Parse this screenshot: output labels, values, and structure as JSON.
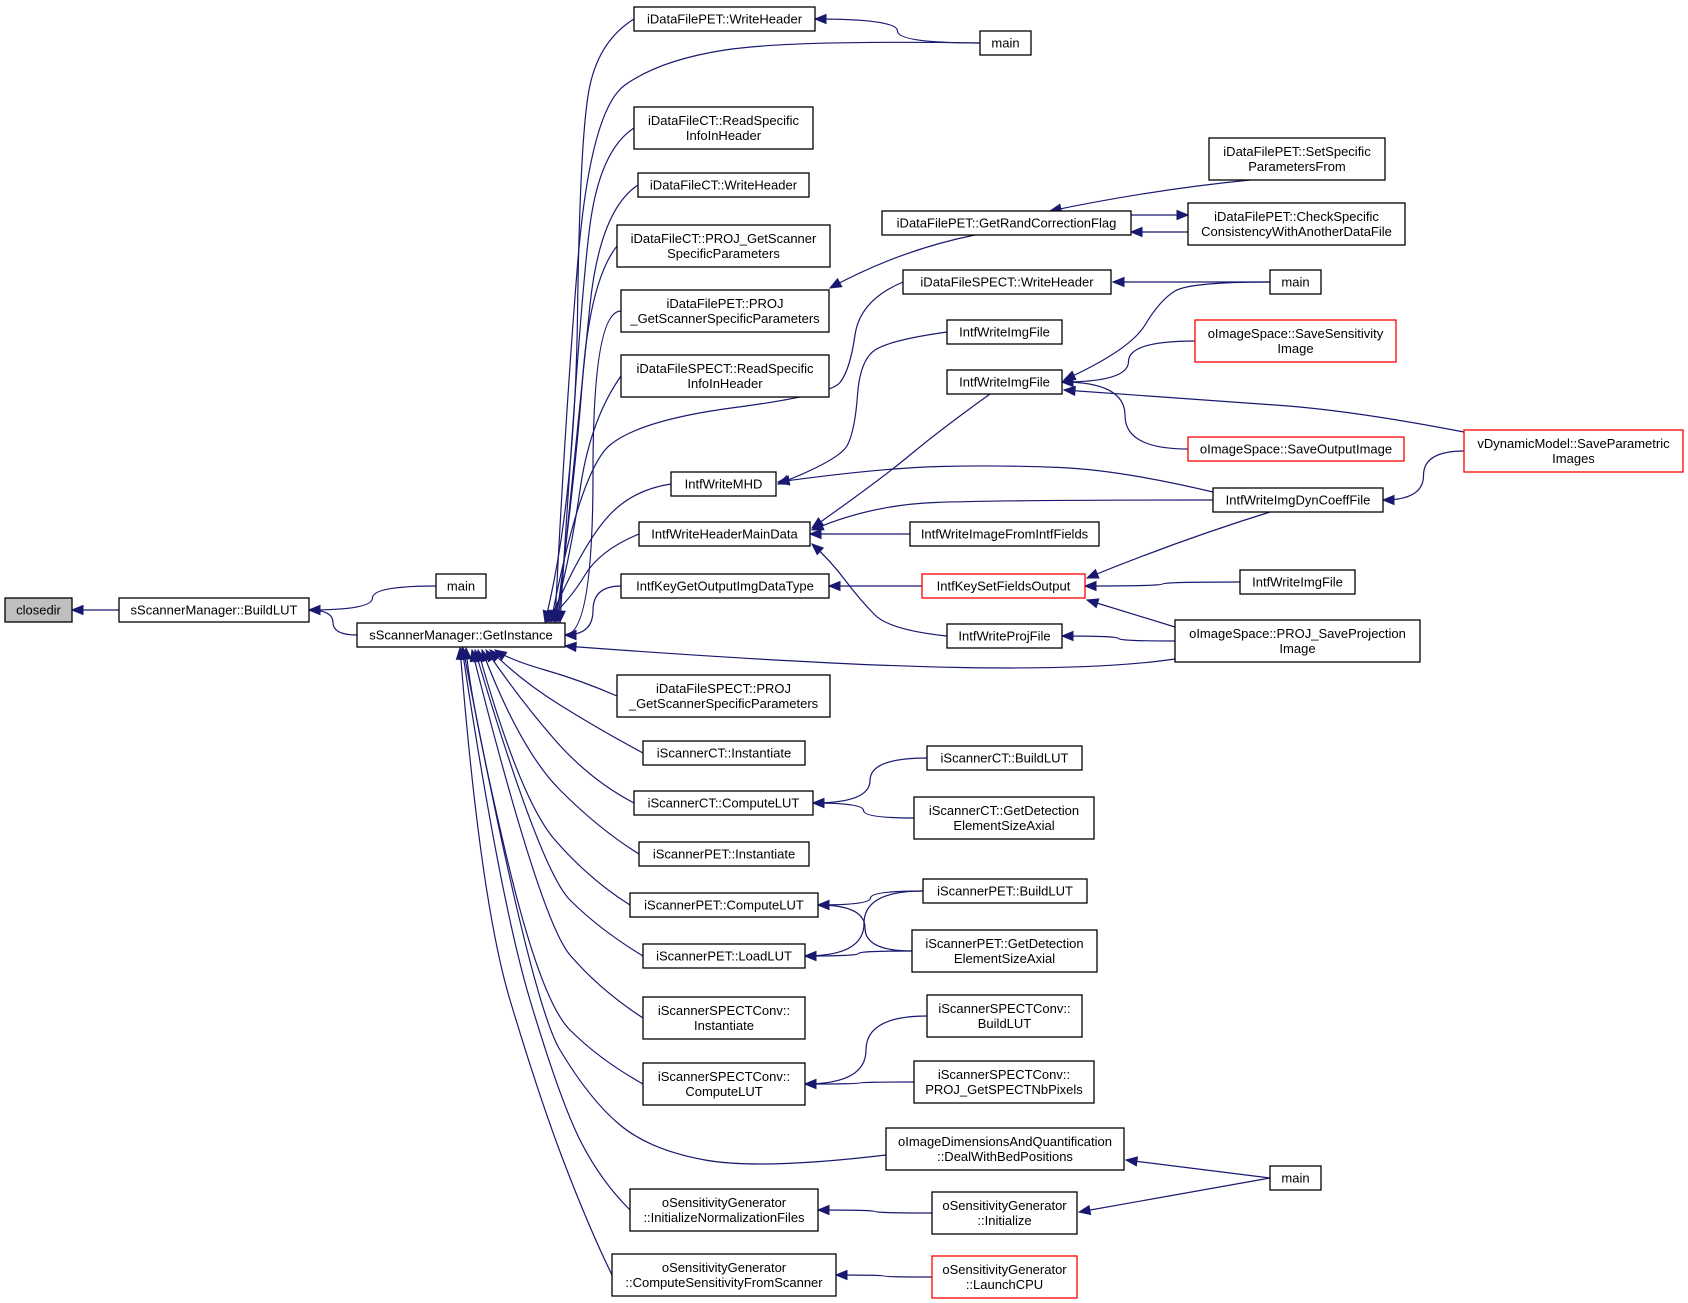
{
  "graph": {
    "nodes": [
      {
        "id": "closedir",
        "lines": [
          "closedir"
        ],
        "style": "selected"
      },
      {
        "id": "sm_buildlut",
        "lines": [
          "sScannerManager::BuildLUT"
        ]
      },
      {
        "id": "main_a",
        "lines": [
          "main"
        ]
      },
      {
        "id": "sm_getinstance",
        "lines": [
          "sScannerManager::GetInstance"
        ]
      },
      {
        "id": "pet_writeheader",
        "lines": [
          "iDataFilePET::WriteHeader"
        ]
      },
      {
        "id": "main_b",
        "lines": [
          "main"
        ]
      },
      {
        "id": "ct_readspecific",
        "lines": [
          "iDataFileCT::ReadSpecific",
          "InfoInHeader"
        ]
      },
      {
        "id": "ct_writeheader",
        "lines": [
          "iDataFileCT::WriteHeader"
        ]
      },
      {
        "id": "ct_proj",
        "lines": [
          "iDataFileCT::PROJ_GetScanner",
          "SpecificParameters"
        ]
      },
      {
        "id": "pet_proj",
        "lines": [
          "iDataFilePET::PROJ",
          "_GetScannerSpecificParameters"
        ]
      },
      {
        "id": "spect_readspecific",
        "lines": [
          "iDataFileSPECT::ReadSpecific",
          "InfoInHeader"
        ]
      },
      {
        "id": "intf_writemhd",
        "lines": [
          "IntfWriteMHD"
        ]
      },
      {
        "id": "intf_writeheadermaindata",
        "lines": [
          "IntfWriteHeaderMainData"
        ]
      },
      {
        "id": "intf_keygetoutput",
        "lines": [
          "IntfKeyGetOutputImgDataType"
        ]
      },
      {
        "id": "spect_proj",
        "lines": [
          "iDataFileSPECT::PROJ",
          "_GetScannerSpecificParameters"
        ]
      },
      {
        "id": "ct_instantiate",
        "lines": [
          "iScannerCT::Instantiate"
        ]
      },
      {
        "id": "ct_computelut",
        "lines": [
          "iScannerCT::ComputeLUT"
        ]
      },
      {
        "id": "pet_instantiate",
        "lines": [
          "iScannerPET::Instantiate"
        ]
      },
      {
        "id": "pet_computelut",
        "lines": [
          "iScannerPET::ComputeLUT"
        ]
      },
      {
        "id": "pet_loadlut",
        "lines": [
          "iScannerPET::LoadLUT"
        ]
      },
      {
        "id": "spectconv_instantiate",
        "lines": [
          "iScannerSPECTConv::",
          "Instantiate"
        ]
      },
      {
        "id": "spectconv_computelut",
        "lines": [
          "iScannerSPECTConv::",
          "ComputeLUT"
        ]
      },
      {
        "id": "sens_initnorm",
        "lines": [
          "oSensitivityGenerator",
          "::InitializeNormalizationFiles"
        ]
      },
      {
        "id": "sens_computefromscanner",
        "lines": [
          "oSensitivityGenerator",
          "::ComputeSensitivityFromScanner"
        ]
      },
      {
        "id": "pet_getrand",
        "lines": [
          "iDataFilePET::GetRandCorrectionFlag"
        ]
      },
      {
        "id": "spect_writeheader",
        "lines": [
          "iDataFileSPECT::WriteHeader"
        ]
      },
      {
        "id": "intf_writeimgfile_1",
        "lines": [
          "IntfWriteImgFile"
        ]
      },
      {
        "id": "intf_writeimgfile_2",
        "lines": [
          "IntfWriteImgFile"
        ]
      },
      {
        "id": "intf_writeimagefromintf",
        "lines": [
          "IntfWriteImageFromIntfFields"
        ]
      },
      {
        "id": "intf_keysetfields",
        "lines": [
          "IntfKeySetFieldsOutput"
        ],
        "style": "highlight"
      },
      {
        "id": "intf_writeprojfile",
        "lines": [
          "IntfWriteProjFile"
        ]
      },
      {
        "id": "ct_buildlut",
        "lines": [
          "iScannerCT::BuildLUT"
        ]
      },
      {
        "id": "ct_getdetection",
        "lines": [
          "iScannerCT::GetDetection",
          "ElementSizeAxial"
        ]
      },
      {
        "id": "pet_buildlut",
        "lines": [
          "iScannerPET::BuildLUT"
        ]
      },
      {
        "id": "pet_getdetection",
        "lines": [
          "iScannerPET::GetDetection",
          "ElementSizeAxial"
        ]
      },
      {
        "id": "spectconv_buildlut",
        "lines": [
          "iScannerSPECTConv::",
          "BuildLUT"
        ]
      },
      {
        "id": "spectconv_projget",
        "lines": [
          "iScannerSPECTConv::",
          "PROJ_GetSPECTNbPixels"
        ]
      },
      {
        "id": "oimgdim_dealwithbed",
        "lines": [
          "oImageDimensionsAndQuantification",
          "::DealWithBedPositions"
        ]
      },
      {
        "id": "sens_initialize",
        "lines": [
          "oSensitivityGenerator",
          "::Initialize"
        ]
      },
      {
        "id": "sens_launchcpu",
        "lines": [
          "oSensitivityGenerator",
          "::LaunchCPU"
        ],
        "style": "highlight"
      },
      {
        "id": "pet_setspecific",
        "lines": [
          "iDataFilePET::SetSpecific",
          "ParametersFrom"
        ]
      },
      {
        "id": "pet_checkspecific",
        "lines": [
          "iDataFilePET::CheckSpecific",
          "ConsistencyWithAnotherDataFile"
        ]
      },
      {
        "id": "main_c",
        "lines": [
          "main"
        ]
      },
      {
        "id": "oimg_savesensitivity",
        "lines": [
          "oImageSpace::SaveSensitivity",
          "Image"
        ],
        "style": "highlight"
      },
      {
        "id": "oimg_saveoutput",
        "lines": [
          "oImageSpace::SaveOutputImage"
        ],
        "style": "highlight"
      },
      {
        "id": "intf_writeimgdyncoeff",
        "lines": [
          "IntfWriteImgDynCoeffFile"
        ]
      },
      {
        "id": "intf_writeimgfile_3",
        "lines": [
          "IntfWriteImgFile"
        ]
      },
      {
        "id": "oimg_projsave",
        "lines": [
          "oImageSpace::PROJ_SaveProjection",
          "Image"
        ]
      },
      {
        "id": "main_d",
        "lines": [
          "main"
        ]
      },
      {
        "id": "vdyn_saveparametric",
        "lines": [
          "vDynamicModel::SaveParametric",
          "Images"
        ],
        "style": "highlight"
      }
    ],
    "edges": [
      {
        "from": "sm_buildlut",
        "to": "closedir"
      },
      {
        "from": "main_a",
        "to": "sm_buildlut"
      },
      {
        "from": "sm_getinstance",
        "to": "sm_buildlut"
      },
      {
        "from": "pet_writeheader",
        "to": "sm_getinstance"
      },
      {
        "from": "main_b",
        "to": "pet_writeheader"
      },
      {
        "from": "main_b",
        "to": "sm_getinstance"
      },
      {
        "from": "ct_readspecific",
        "to": "sm_getinstance"
      },
      {
        "from": "ct_writeheader",
        "to": "sm_getinstance"
      },
      {
        "from": "ct_proj",
        "to": "sm_getinstance"
      },
      {
        "from": "pet_proj",
        "to": "sm_getinstance"
      },
      {
        "from": "spect_readspecific",
        "to": "sm_getinstance"
      },
      {
        "from": "spect_writeheader",
        "to": "sm_getinstance"
      },
      {
        "from": "intf_writemhd",
        "to": "sm_getinstance"
      },
      {
        "from": "intf_writeheadermaindata",
        "to": "sm_getinstance"
      },
      {
        "from": "intf_keygetoutput",
        "to": "sm_getinstance"
      },
      {
        "from": "oimg_projsave",
        "to": "sm_getinstance"
      },
      {
        "from": "spect_proj",
        "to": "sm_getinstance"
      },
      {
        "from": "ct_instantiate",
        "to": "sm_getinstance"
      },
      {
        "from": "ct_computelut",
        "to": "sm_getinstance"
      },
      {
        "from": "pet_instantiate",
        "to": "sm_getinstance"
      },
      {
        "from": "pet_computelut",
        "to": "sm_getinstance"
      },
      {
        "from": "pet_loadlut",
        "to": "sm_getinstance"
      },
      {
        "from": "spectconv_instantiate",
        "to": "sm_getinstance"
      },
      {
        "from": "spectconv_computelut",
        "to": "sm_getinstance"
      },
      {
        "from": "oimgdim_dealwithbed",
        "to": "sm_getinstance"
      },
      {
        "from": "sens_initnorm",
        "to": "sm_getinstance"
      },
      {
        "from": "sens_computefromscanner",
        "to": "sm_getinstance"
      },
      {
        "from": "pet_getrand",
        "to": "pet_proj"
      },
      {
        "from": "pet_setspecific",
        "to": "pet_getrand"
      },
      {
        "from": "pet_checkspecific",
        "to": "pet_getrand"
      },
      {
        "from": "pet_getrand",
        "to": "pet_checkspecific"
      },
      {
        "from": "main_c",
        "to": "spect_writeheader"
      },
      {
        "from": "intf_writeimgfile_1",
        "to": "intf_writemhd"
      },
      {
        "from": "intf_writeimgdyncoeff",
        "to": "intf_writemhd"
      },
      {
        "from": "intf_writeimgfile_2",
        "to": "intf_writeheadermaindata"
      },
      {
        "from": "intf_writeimgdyncoeff",
        "to": "intf_writeheadermaindata"
      },
      {
        "from": "intf_writeimagefromintf",
        "to": "intf_writeheadermaindata"
      },
      {
        "from": "intf_writeprojfile",
        "to": "intf_writeheadermaindata"
      },
      {
        "from": "intf_keysetfields",
        "to": "intf_keygetoutput"
      },
      {
        "from": "main_c",
        "to": "intf_writeimgfile_2"
      },
      {
        "from": "oimg_savesensitivity",
        "to": "intf_writeimgfile_2"
      },
      {
        "from": "oimg_saveoutput",
        "to": "intf_writeimgfile_2"
      },
      {
        "from": "vdyn_saveparametric",
        "to": "intf_writeimgfile_2"
      },
      {
        "from": "vdyn_saveparametric",
        "to": "intf_writeimgdyncoeff"
      },
      {
        "from": "intf_writeimgdyncoeff",
        "to": "intf_keysetfields"
      },
      {
        "from": "intf_writeimgfile_3",
        "to": "intf_keysetfields"
      },
      {
        "from": "oimg_projsave",
        "to": "intf_keysetfields"
      },
      {
        "from": "oimg_projsave",
        "to": "intf_writeprojfile"
      },
      {
        "from": "ct_buildlut",
        "to": "ct_computelut"
      },
      {
        "from": "ct_getdetection",
        "to": "ct_computelut"
      },
      {
        "from": "pet_buildlut",
        "to": "pet_computelut"
      },
      {
        "from": "pet_getdetection",
        "to": "pet_computelut"
      },
      {
        "from": "pet_buildlut",
        "to": "pet_loadlut"
      },
      {
        "from": "pet_getdetection",
        "to": "pet_loadlut"
      },
      {
        "from": "spectconv_buildlut",
        "to": "spectconv_computelut"
      },
      {
        "from": "spectconv_projget",
        "to": "spectconv_computelut"
      },
      {
        "from": "main_d",
        "to": "oimgdim_dealwithbed"
      },
      {
        "from": "main_d",
        "to": "sens_initialize"
      },
      {
        "from": "sens_initialize",
        "to": "sens_initnorm"
      },
      {
        "from": "sens_launchcpu",
        "to": "sens_computefromscanner"
      }
    ]
  }
}
